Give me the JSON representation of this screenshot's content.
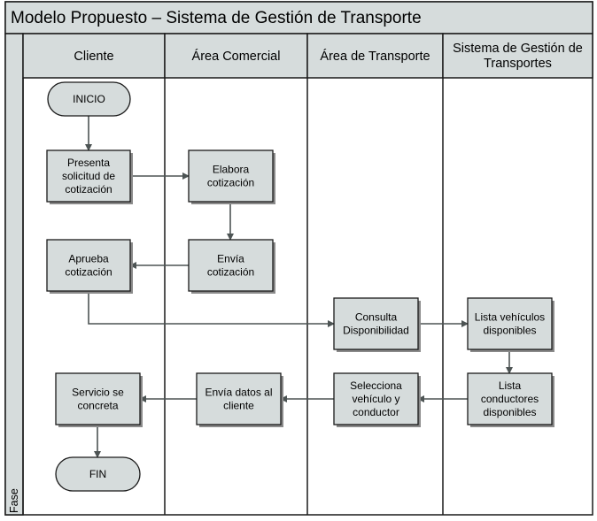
{
  "title": "Modelo Propuesto – Sistema de Gestión de Transporte",
  "phase_label": "Fase",
  "lanes": [
    {
      "id": "cliente",
      "label": [
        "Cliente"
      ]
    },
    {
      "id": "comercial",
      "label": [
        "Área Comercial"
      ]
    },
    {
      "id": "transporte",
      "label": [
        "Área de Transporte"
      ]
    },
    {
      "id": "sistema",
      "label": [
        "Sistema de Gestión de",
        "Transportes"
      ]
    }
  ],
  "nodes": [
    {
      "id": "inicio",
      "shape": "terminator",
      "lines": [
        "INICIO"
      ]
    },
    {
      "id": "presenta",
      "shape": "process",
      "lines": [
        "Presenta",
        "solicitud de",
        "cotización"
      ]
    },
    {
      "id": "elabora",
      "shape": "process",
      "lines": [
        "Elabora",
        "cotización"
      ]
    },
    {
      "id": "envia_cot",
      "shape": "process",
      "lines": [
        "Envía",
        "cotización"
      ]
    },
    {
      "id": "aprueba",
      "shape": "process",
      "lines": [
        "Aprueba",
        "cotización"
      ]
    },
    {
      "id": "consulta",
      "shape": "process",
      "lines": [
        "Consulta",
        "Disponibilidad"
      ]
    },
    {
      "id": "lista_veh",
      "shape": "process",
      "lines": [
        "Lista vehículos",
        "disponibles"
      ]
    },
    {
      "id": "lista_cond",
      "shape": "process",
      "lines": [
        "Lista",
        "conductores",
        "disponibles"
      ]
    },
    {
      "id": "selecciona",
      "shape": "process",
      "lines": [
        "Selecciona",
        "vehículo y",
        "conductor"
      ]
    },
    {
      "id": "envia_datos",
      "shape": "process",
      "lines": [
        "Envía datos al",
        "cliente"
      ]
    },
    {
      "id": "servicio",
      "shape": "process",
      "lines": [
        "Servicio se",
        "concreta"
      ]
    },
    {
      "id": "fin",
      "shape": "terminator",
      "lines": [
        "FIN"
      ]
    }
  ],
  "edges": [
    {
      "from": "inicio",
      "to": "presenta"
    },
    {
      "from": "presenta",
      "to": "elabora"
    },
    {
      "from": "elabora",
      "to": "envia_cot"
    },
    {
      "from": "envia_cot",
      "to": "aprueba"
    },
    {
      "from": "aprueba",
      "to": "consulta"
    },
    {
      "from": "consulta",
      "to": "lista_veh"
    },
    {
      "from": "lista_veh",
      "to": "lista_cond"
    },
    {
      "from": "lista_cond",
      "to": "selecciona"
    },
    {
      "from": "selecciona",
      "to": "envia_datos"
    },
    {
      "from": "envia_datos",
      "to": "servicio"
    },
    {
      "from": "servicio",
      "to": "fin"
    }
  ],
  "colors": {
    "node_fill": "#d6dcdc",
    "header_fill": "#d6dcdc",
    "border": "#1a1a1a",
    "edge": "#4d5454",
    "shadow": "#8a8a8a"
  }
}
